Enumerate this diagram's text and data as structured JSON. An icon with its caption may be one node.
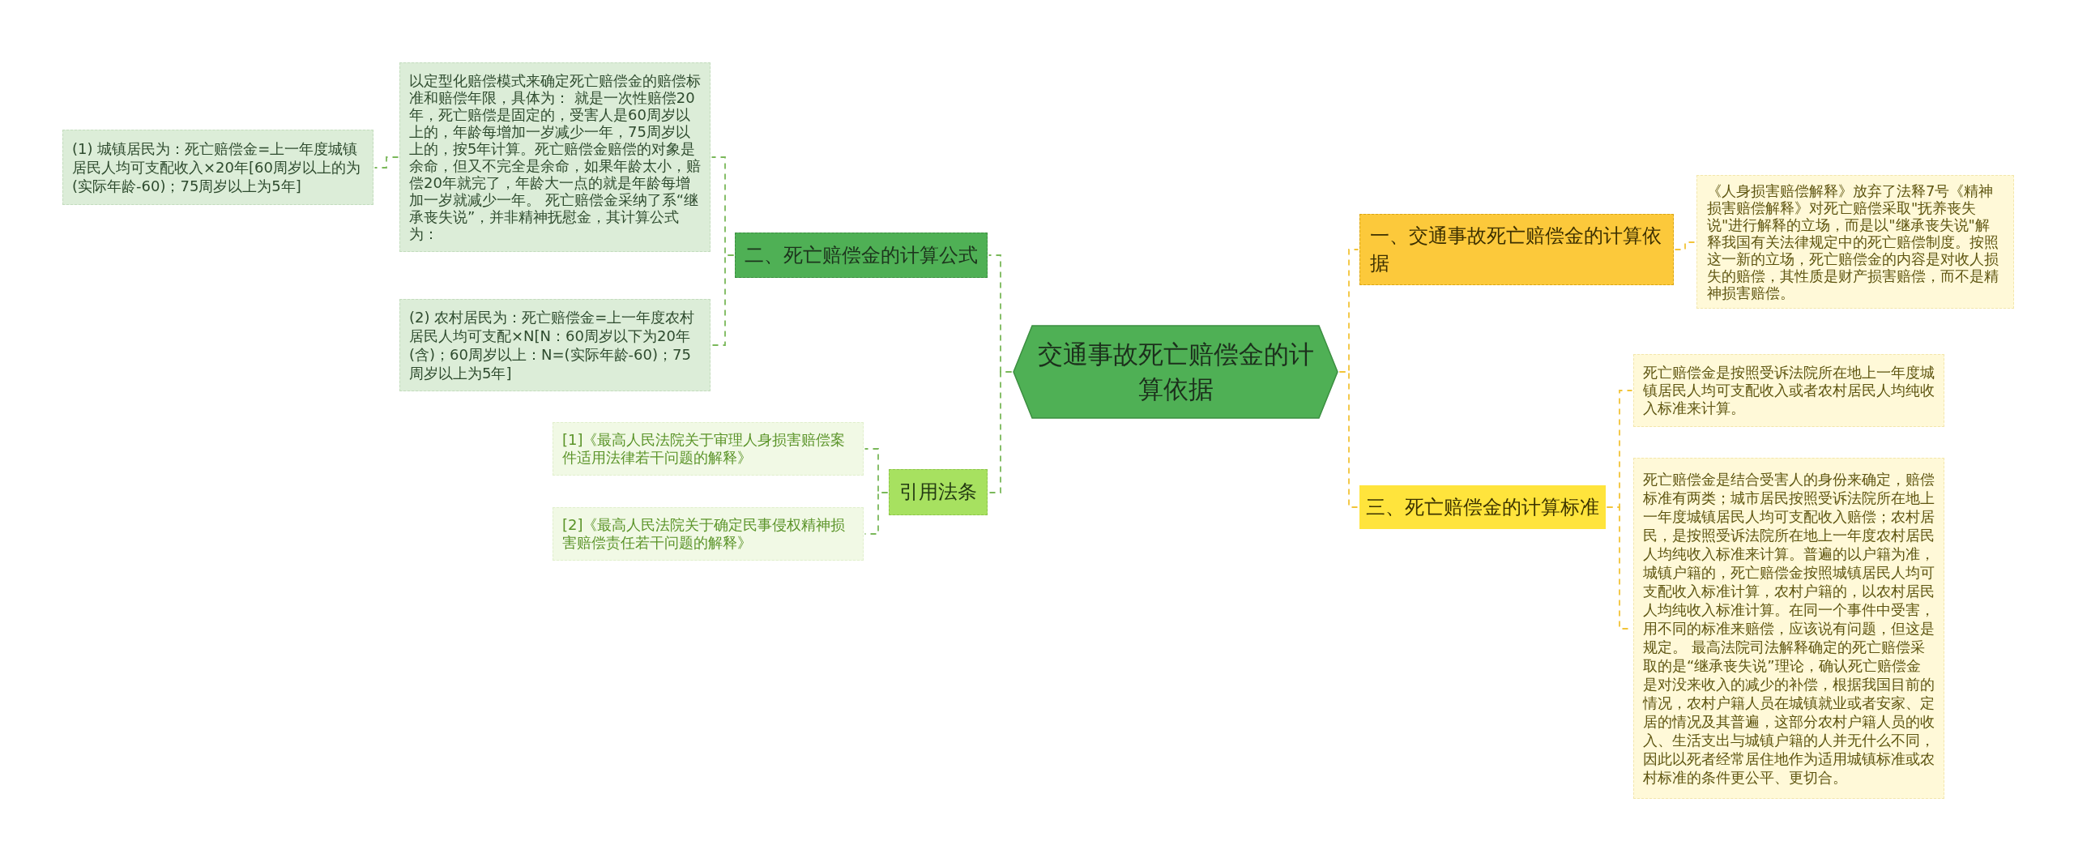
{
  "diagram": {
    "nodes": [
      {
        "text": [
          "交通事故死亡赔偿金的计算依据"
        ]
      },
      {
        "text": [
          "一、交通事故死亡赔偿金的计算依据"
        ]
      },
      {
        "text": [
          "《人身损害赔偿解释》放弃了法释7号《精神损害赔偿解释》对死亡赔偿采取\"抚养丧失说\"进行解释的立场，而是以\"继承丧失说\"解释我国有关法律规定中的死亡赔偿制度。按照这一新的立场，死亡赔偿金的内容是对收人损失的赔偿，其性质是财产损害赔偿，而不是精神损害赔偿。"
        ]
      },
      {
        "text": [
          "三、死亡赔偿金的计算标准"
        ]
      },
      {
        "text": [
          "死亡赔偿金是按照受诉法院所在地上一年度城镇居民人均可支配收入或者农村居民人均纯收入标准来计算。"
        ]
      },
      {
        "text": [
          "死亡赔偿金是结合受害人的身份来确定，赔偿标准有两类；城市居民按照受诉法院所在地上一年度城镇居民人均可支配收入赔偿；农村居民，是按照受诉法院所在地上一年度农村居民人均纯收入标准来计算。普遍的以户籍为准，城镇户籍的，死亡赔偿金按照城镇居民人均可支配收入标准计算，农村户籍的，以农村居民人均纯收入标准计算。在同一个事件中受害，用不同的标准来赔偿，应该说有问题，但这是规定。 最高法院司法解释确定的死亡赔偿采取的是“继承丧失说”理论，确认死亡赔偿金是对没来收入的减少的补偿，根据我国目前的情况，农村户籍人员在城镇就业或者安家、定居的情况及其普遍，这部分农村户籍人员的收入、生活支出与城镇户籍的人并无什么不同，因此以死者经常居住地作为适用城镇标准或农村标准的条件更公平、更切合。"
        ]
      },
      {
        "text": [
          "二、死亡赔偿金的计算公式"
        ]
      },
      {
        "text": [
          "以定型化赔偿模式来确定死亡赔偿金的赔偿标准和赔偿年限，具体为： 就是一次性赔偿20年，死亡赔偿是固定的，受害人是60周岁以上的，年龄每增加一岁减少一年，75周岁以上的，按5年计算。死亡赔偿金赔偿的对象是余命，但又不完全是余命，如果年龄太小，赔偿20年就完了，年龄大一点的就是年龄每增加一岁就减少一年。 死亡赔偿金采纳了系“继承丧失说”，并非精神抚慰金，其计算公式为："
        ]
      },
      {
        "text": [
          "(1) 城镇居民为：死亡赔偿金=上一年度城镇居民人均可支配收入×20年[60周岁以上的为(实际年龄-60)；75周岁以上为5年]"
        ]
      },
      {
        "text": [
          "(2) 农村居民为：死亡赔偿金=上一年度农村居民人均可支配×N[N：60周岁以下为20年(含)；60周岁以上：N=(实际年龄-60)；75周岁以上为5年]"
        ]
      },
      {
        "text": [
          "引用法条"
        ]
      },
      {
        "text": [
          "[1]《最高人民法院关于审理人身损害赔偿案件适用法律若干问题的解释》"
        ]
      },
      {
        "text": [
          "[2]《最高人民法院关于确定民事侵权精神损害赔偿责任若干问题的解释》"
        ]
      }
    ],
    "edges": [
      {
        "from": 0,
        "to": 1,
        "arrow": "none",
        "style": "dashed",
        "color": "#f2c438"
      },
      {
        "from": 1,
        "to": 2,
        "arrow": "none",
        "style": "dashed",
        "color": "#f2c438"
      },
      {
        "from": 0,
        "to": 3,
        "arrow": "none",
        "style": "dashed",
        "color": "#f2c438"
      },
      {
        "from": 3,
        "to": 4,
        "arrow": "none",
        "style": "dashed",
        "color": "#f2c438"
      },
      {
        "from": 3,
        "to": 5,
        "arrow": "none",
        "style": "dashed",
        "color": "#f2c438"
      },
      {
        "from": 0,
        "to": 6,
        "arrow": "none",
        "style": "dashed"
      },
      {
        "from": 6,
        "to": 7,
        "arrow": "none",
        "style": "dashed"
      },
      {
        "from": 7,
        "to": 8,
        "arrow": "none",
        "style": "dashed"
      },
      {
        "from": 6,
        "to": 9,
        "arrow": "none",
        "style": "dashed"
      },
      {
        "from": 0,
        "to": 10,
        "arrow": "none",
        "style": "dashed"
      },
      {
        "from": 10,
        "to": 11,
        "arrow": "none",
        "style": "dashed"
      },
      {
        "from": 10,
        "to": 12,
        "arrow": "none",
        "style": "dashed"
      }
    ]
  }
}
